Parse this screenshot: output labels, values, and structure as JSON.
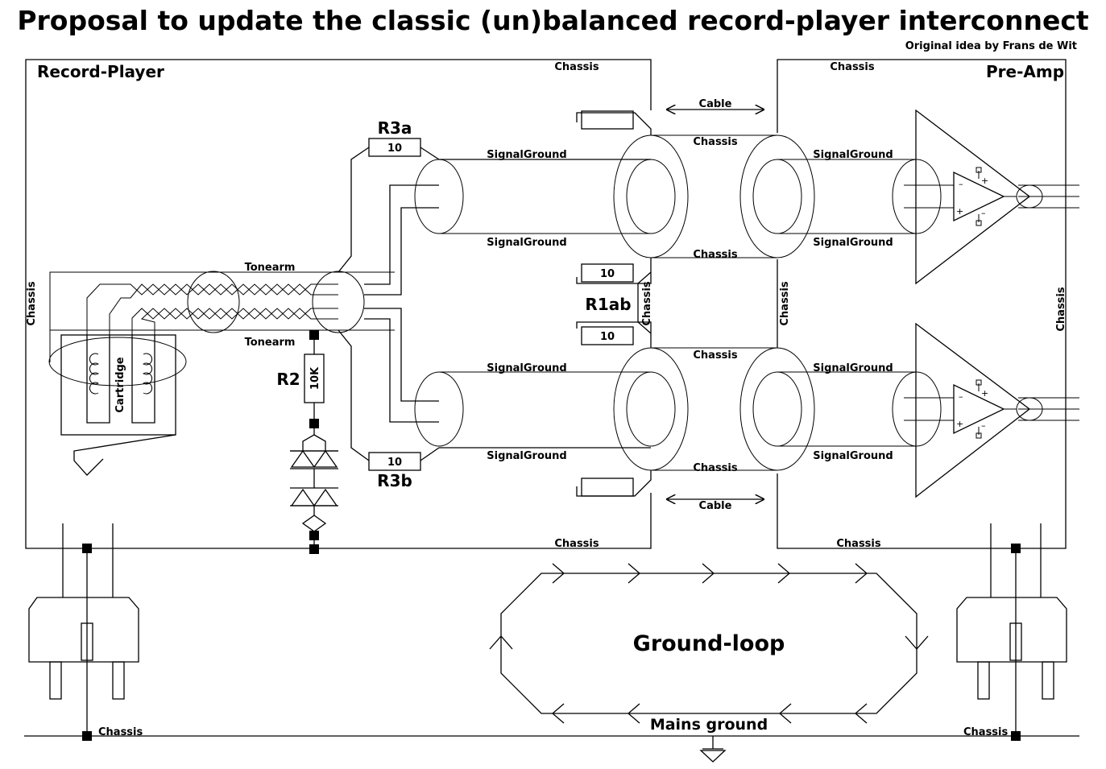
{
  "title": "Proposal to update the classic (un)balanced record-player interconnect",
  "credit": "Original idea by Frans de Wit",
  "labels": {
    "record_player": "Record-Player",
    "pre_amp": "Pre-Amp",
    "chassis": "Chassis",
    "cable": "Cable",
    "signal_ground": "SignalGround",
    "tonearm": "Tonearm",
    "cartridge": "Cartridge",
    "r3a": "R3a",
    "r3b": "R3b",
    "r2": "R2",
    "r1ab": "R1ab",
    "ground_loop": "Ground-loop",
    "mains_ground": "Mains ground"
  },
  "values": {
    "r3a": "10",
    "r3b": "10",
    "r1a": "10",
    "r1b": "10",
    "r2": "10K"
  }
}
